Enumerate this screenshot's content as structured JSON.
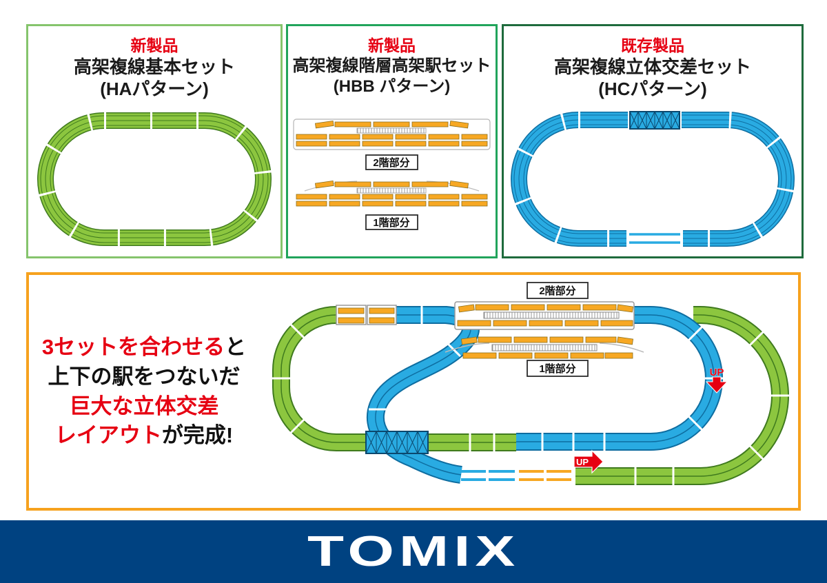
{
  "panels": [
    {
      "badge": "新製品",
      "title": "高架複線基本セット",
      "subtitle": "(HAパターン)"
    },
    {
      "badge": "新製品",
      "title": "高架複線階層高架駅セット",
      "subtitle": "(HBB パターン)"
    },
    {
      "badge": "既存製品",
      "title": "高架複線立体交差セット",
      "subtitle": "(HCパターン)"
    }
  ],
  "floor_labels": {
    "upper": "2階部分",
    "lower": "1階部分"
  },
  "combined_text": {
    "line1_red": "3セットを合わせる",
    "line1_black": "と",
    "line2": "上下の駅をつないだ",
    "line3_red": "巨大な立体交差",
    "line4_red": "レイアウト",
    "line4_black": "が完成!"
  },
  "up_label": "UP",
  "footer": {
    "logo": "TOMIX"
  },
  "colors": {
    "red": "#E60012",
    "track_green": "#8CC63F",
    "track_blue": "#29ABE2",
    "track_orange": "#F7A823",
    "footer_navy": "#004281",
    "panel_ha_border": "#85C46C",
    "panel_hbb_border": "#21A45B",
    "panel_hc_border": "#1E6B3C",
    "panel_combined_border": "#F6A21E"
  }
}
